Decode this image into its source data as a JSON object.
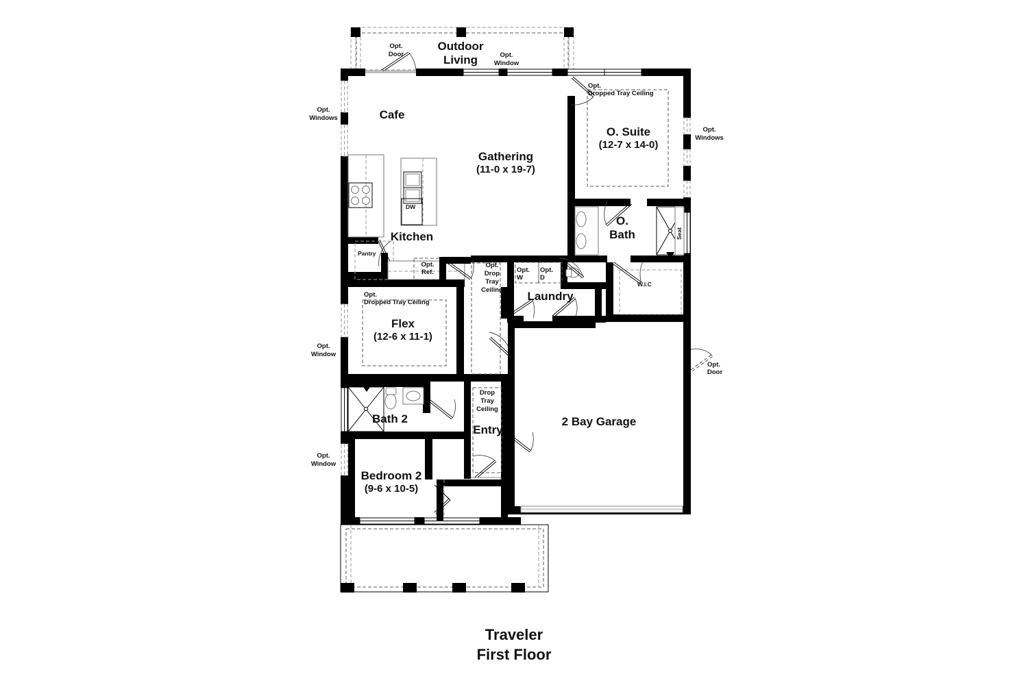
{
  "title": {
    "plan_name": "Traveler",
    "floor": "First Floor"
  },
  "rooms": [
    {
      "id": "outdoor-living",
      "name_line1": "Outdoor",
      "name_line2": "Living",
      "dimensions": ""
    },
    {
      "id": "cafe",
      "name": "Cafe",
      "dimensions": ""
    },
    {
      "id": "gathering",
      "name": "Gathering",
      "dimensions": "(11-0 x 19-7)"
    },
    {
      "id": "owners-suite",
      "name": "O. Suite",
      "dimensions": "(12-7 x 14-0)"
    },
    {
      "id": "owners-bath",
      "name_line1": "O.",
      "name_line2": "Bath",
      "dimensions": ""
    },
    {
      "id": "kitchen",
      "name": "Kitchen",
      "dimensions": ""
    },
    {
      "id": "laundry",
      "name": "Laundry",
      "dimensions": ""
    },
    {
      "id": "flex",
      "name": "Flex",
      "dimensions": "(12-6 x 11-1)"
    },
    {
      "id": "bath-2",
      "name": "Bath 2",
      "dimensions": ""
    },
    {
      "id": "bedroom-2",
      "name": "Bedroom 2",
      "dimensions": "(9-6 x 10-5)"
    },
    {
      "id": "entry",
      "name": "Entry",
      "dimensions": ""
    },
    {
      "id": "garage",
      "name": "2 Bay Garage",
      "dimensions": ""
    }
  ],
  "small_labels": {
    "pantry": "Pantry",
    "wic": "W.I.C",
    "dishwasher": "DW",
    "shower_seat": "Seat"
  },
  "options": {
    "opt_door_outdoor_l1": "Opt.",
    "opt_door_outdoor_l2": "Door",
    "opt_window_outdoor_l1": "Opt.",
    "opt_window_outdoor_l2": "Window",
    "opt_windows_left_l1": "Opt.",
    "opt_windows_left_l2": "Windows",
    "opt_window_flex_l1": "Opt.",
    "opt_window_flex_l2": "Window",
    "opt_window_bed_l1": "Opt.",
    "opt_window_bed_l2": "Window",
    "opt_windows_right_l1": "Opt.",
    "opt_windows_right_l2": "Windows",
    "opt_door_garage_l1": "Opt.",
    "opt_door_garage_l2": "Door",
    "opt_dropped_tray_suite_l1": "Opt.",
    "opt_dropped_tray_suite_l2": "Dropped Tray Ceiling",
    "opt_dropped_tray_flex_l1": "Opt.",
    "opt_dropped_tray_flex_l2": "Dropped Tray Ceiling",
    "opt_drop_tray_hall_l1": "Opt.",
    "opt_drop_tray_hall_l2": "Drop",
    "opt_drop_tray_hall_l3": "Tray",
    "opt_drop_tray_hall_l4": "Ceiling",
    "drop_tray_entry_l1": "Drop",
    "drop_tray_entry_l2": "Tray",
    "drop_tray_entry_l3": "Ceiling",
    "opt_ref_l1": "Opt.",
    "opt_ref_l2": "Ref.",
    "opt_washer_l1": "Opt.",
    "opt_washer_l2": "W",
    "opt_dryer_l1": "Opt.",
    "opt_dryer_l2": "D"
  },
  "colors": {
    "wall": "#000000",
    "background": "#ffffff",
    "dashed_option": "#5a5a5a",
    "fixture_outline": "#777777"
  }
}
